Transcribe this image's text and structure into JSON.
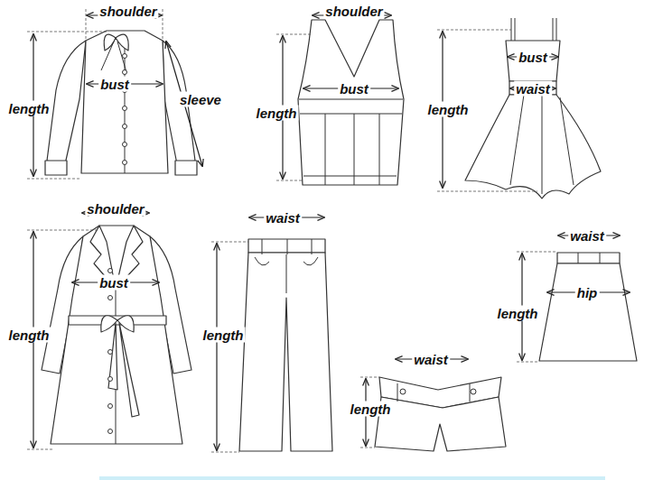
{
  "diagram": {
    "labels": [
      "shoulder",
      "bust",
      "sleeve",
      "length",
      "shoulder",
      "bust",
      "length",
      "bust",
      "waist",
      "length",
      "shoulder",
      "bust",
      "length",
      "waist",
      "length",
      "waist",
      "hip",
      "length",
      "waist",
      "length"
    ]
  }
}
